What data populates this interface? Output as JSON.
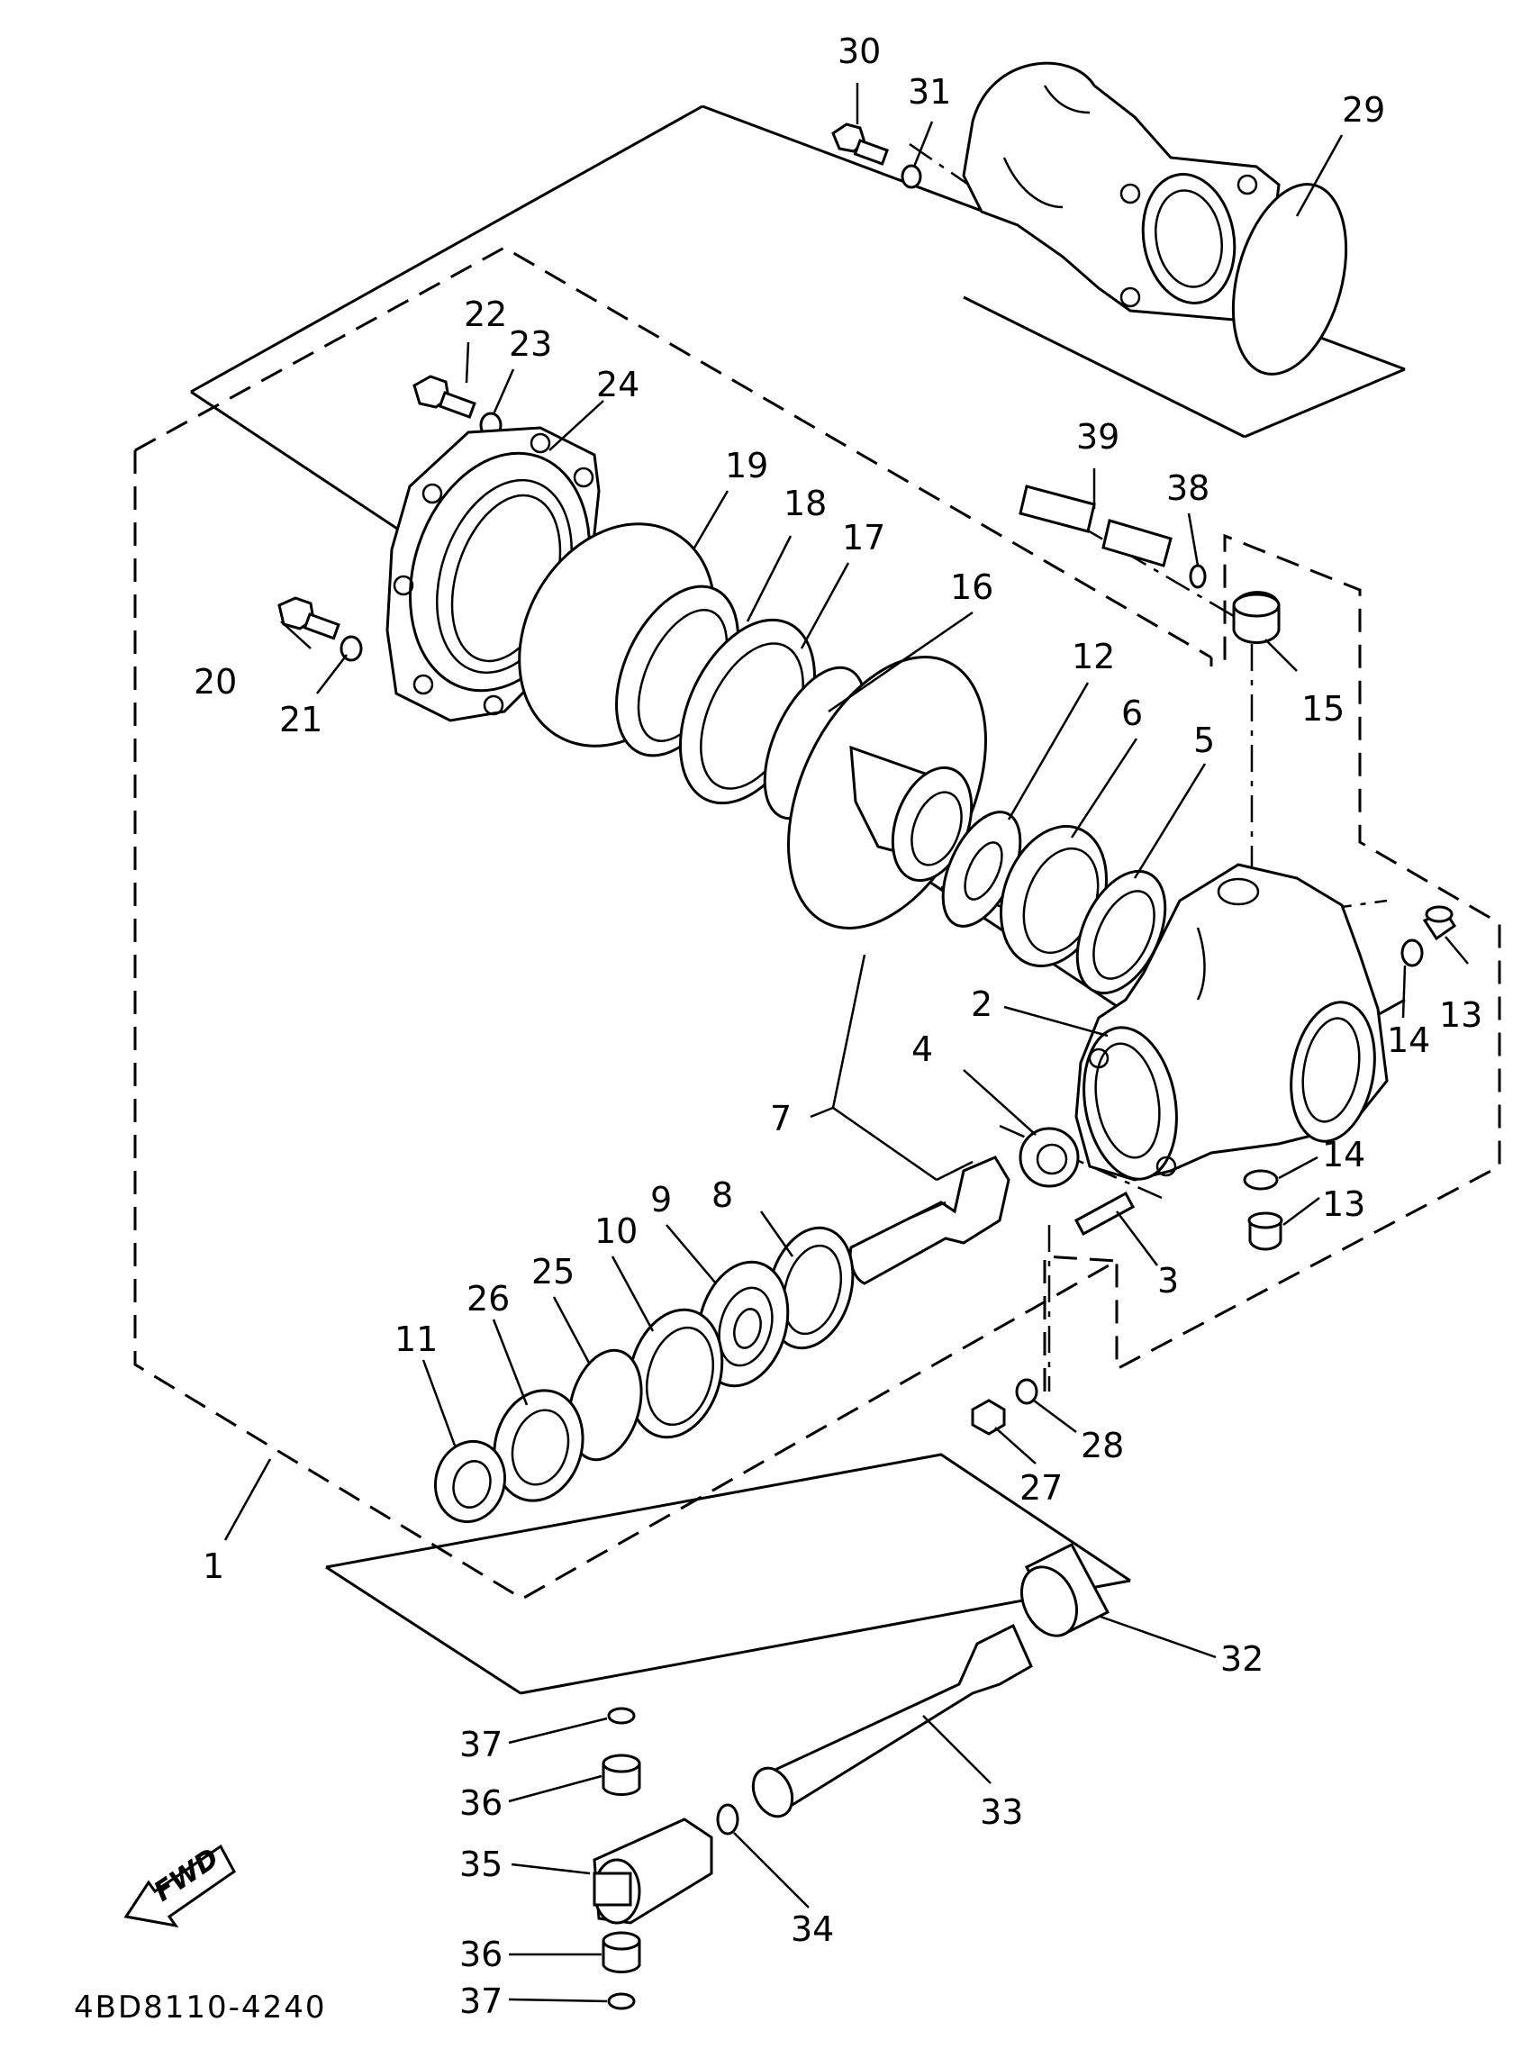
{
  "diagram": {
    "code": "4BD8110-4240",
    "fwd_label": "FWD",
    "labels": [
      {
        "id": "1",
        "text": "1"
      },
      {
        "id": "2",
        "text": "2"
      },
      {
        "id": "3",
        "text": "3"
      },
      {
        "id": "4",
        "text": "4"
      },
      {
        "id": "5",
        "text": "5"
      },
      {
        "id": "6",
        "text": "6"
      },
      {
        "id": "7",
        "text": "7"
      },
      {
        "id": "8",
        "text": "8"
      },
      {
        "id": "9",
        "text": "9"
      },
      {
        "id": "10",
        "text": "10"
      },
      {
        "id": "11",
        "text": "11"
      },
      {
        "id": "12",
        "text": "12"
      },
      {
        "id": "13a",
        "text": "13"
      },
      {
        "id": "13b",
        "text": "13"
      },
      {
        "id": "14a",
        "text": "14"
      },
      {
        "id": "14b",
        "text": "14"
      },
      {
        "id": "15",
        "text": "15"
      },
      {
        "id": "16",
        "text": "16"
      },
      {
        "id": "17",
        "text": "17"
      },
      {
        "id": "18",
        "text": "18"
      },
      {
        "id": "19",
        "text": "19"
      },
      {
        "id": "20",
        "text": "20"
      },
      {
        "id": "21",
        "text": "21"
      },
      {
        "id": "22",
        "text": "22"
      },
      {
        "id": "23",
        "text": "23"
      },
      {
        "id": "24",
        "text": "24"
      },
      {
        "id": "25",
        "text": "25"
      },
      {
        "id": "26",
        "text": "26"
      },
      {
        "id": "27",
        "text": "27"
      },
      {
        "id": "28",
        "text": "28"
      },
      {
        "id": "29",
        "text": "29"
      },
      {
        "id": "30",
        "text": "30"
      },
      {
        "id": "31",
        "text": "31"
      },
      {
        "id": "32",
        "text": "32"
      },
      {
        "id": "33",
        "text": "33"
      },
      {
        "id": "34",
        "text": "34"
      },
      {
        "id": "35",
        "text": "35"
      },
      {
        "id": "36a",
        "text": "36"
      },
      {
        "id": "36b",
        "text": "36"
      },
      {
        "id": "37a",
        "text": "37"
      },
      {
        "id": "37b",
        "text": "37"
      },
      {
        "id": "38",
        "text": "38"
      },
      {
        "id": "39",
        "text": "39"
      }
    ]
  }
}
